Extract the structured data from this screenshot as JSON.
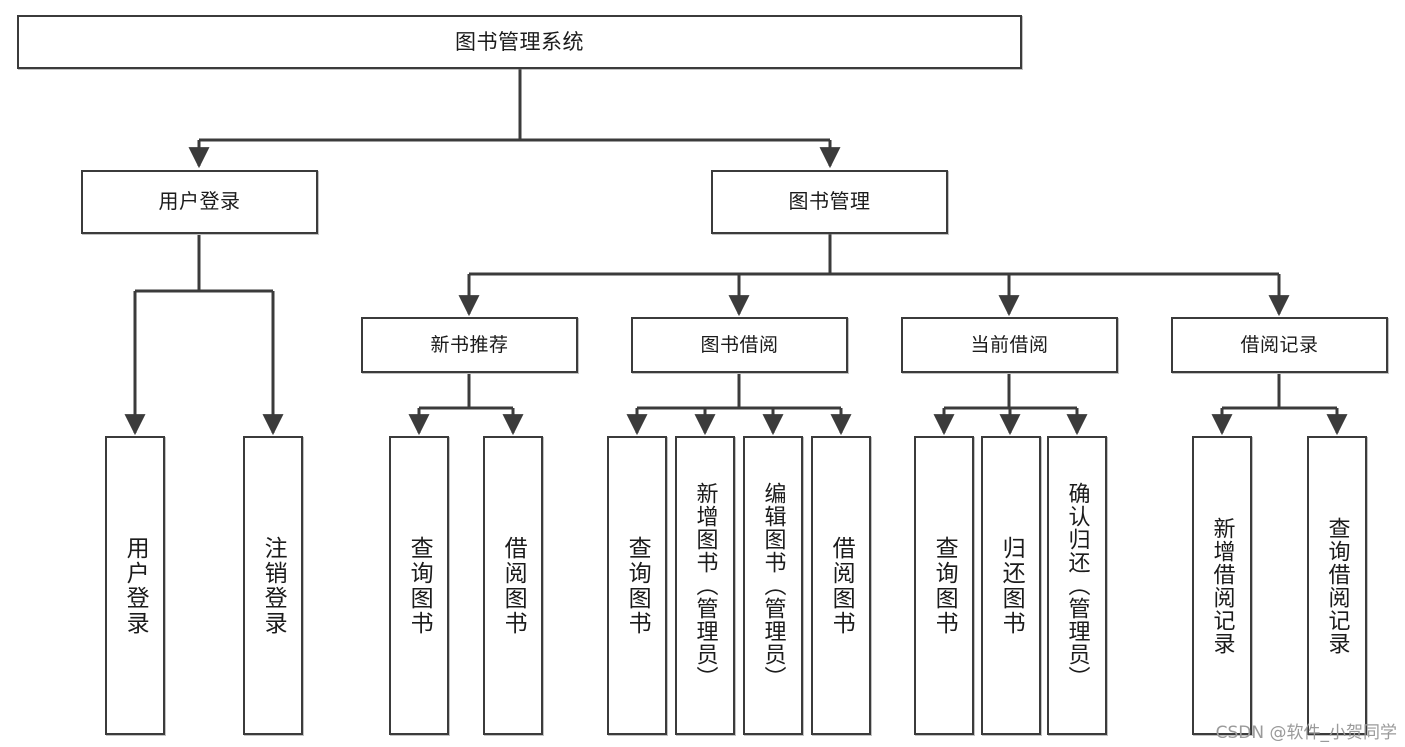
{
  "diagram": {
    "title": "图书管理系统",
    "type": "tree-hierarchy-diagram",
    "watermark": "CSDN @软件_小贺同学",
    "colors": {
      "box_border": "#3b3b3b",
      "box_fill": "#ffffff",
      "edge": "#3b3b3b",
      "text": "#1b1b1b",
      "watermark": "#9a9a9a",
      "background": "#ffffff"
    },
    "nodes": {
      "root": {
        "label": "图书管理系统"
      },
      "level2": [
        {
          "id": "user-login",
          "label": "用户登录"
        },
        {
          "id": "book-management",
          "label": "图书管理"
        }
      ],
      "level3": [
        {
          "id": "new-book-recommend",
          "label": "新书推荐"
        },
        {
          "id": "book-borrow",
          "label": "图书借阅"
        },
        {
          "id": "current-borrow",
          "label": "当前借阅"
        },
        {
          "id": "borrow-record",
          "label": "借阅记录"
        }
      ],
      "leaves": {
        "user-login": [
          {
            "id": "leaf-user-login",
            "label": "用户登录"
          },
          {
            "id": "leaf-logout-login",
            "label": "注销登录"
          }
        ],
        "new-book-recommend": [
          {
            "id": "leaf-query-book-1",
            "label": "查询图书"
          },
          {
            "id": "leaf-borrow-book-1",
            "label": "借阅图书"
          }
        ],
        "book-borrow": [
          {
            "id": "leaf-query-book-2",
            "label": "查询图书"
          },
          {
            "id": "leaf-add-book",
            "label": "新增图书（管理员）"
          },
          {
            "id": "leaf-edit-book",
            "label": "编辑图书（管理员）"
          },
          {
            "id": "leaf-borrow-book-2",
            "label": "借阅图书"
          }
        ],
        "current-borrow": [
          {
            "id": "leaf-query-book-3",
            "label": "查询图书"
          },
          {
            "id": "leaf-return-book",
            "label": "归还图书"
          },
          {
            "id": "leaf-confirm-return",
            "label": "确认归还（管理员）"
          }
        ],
        "borrow-record": [
          {
            "id": "leaf-add-record",
            "label": "新增借阅记录"
          },
          {
            "id": "leaf-query-record",
            "label": "查询借阅记录"
          }
        ]
      }
    }
  }
}
